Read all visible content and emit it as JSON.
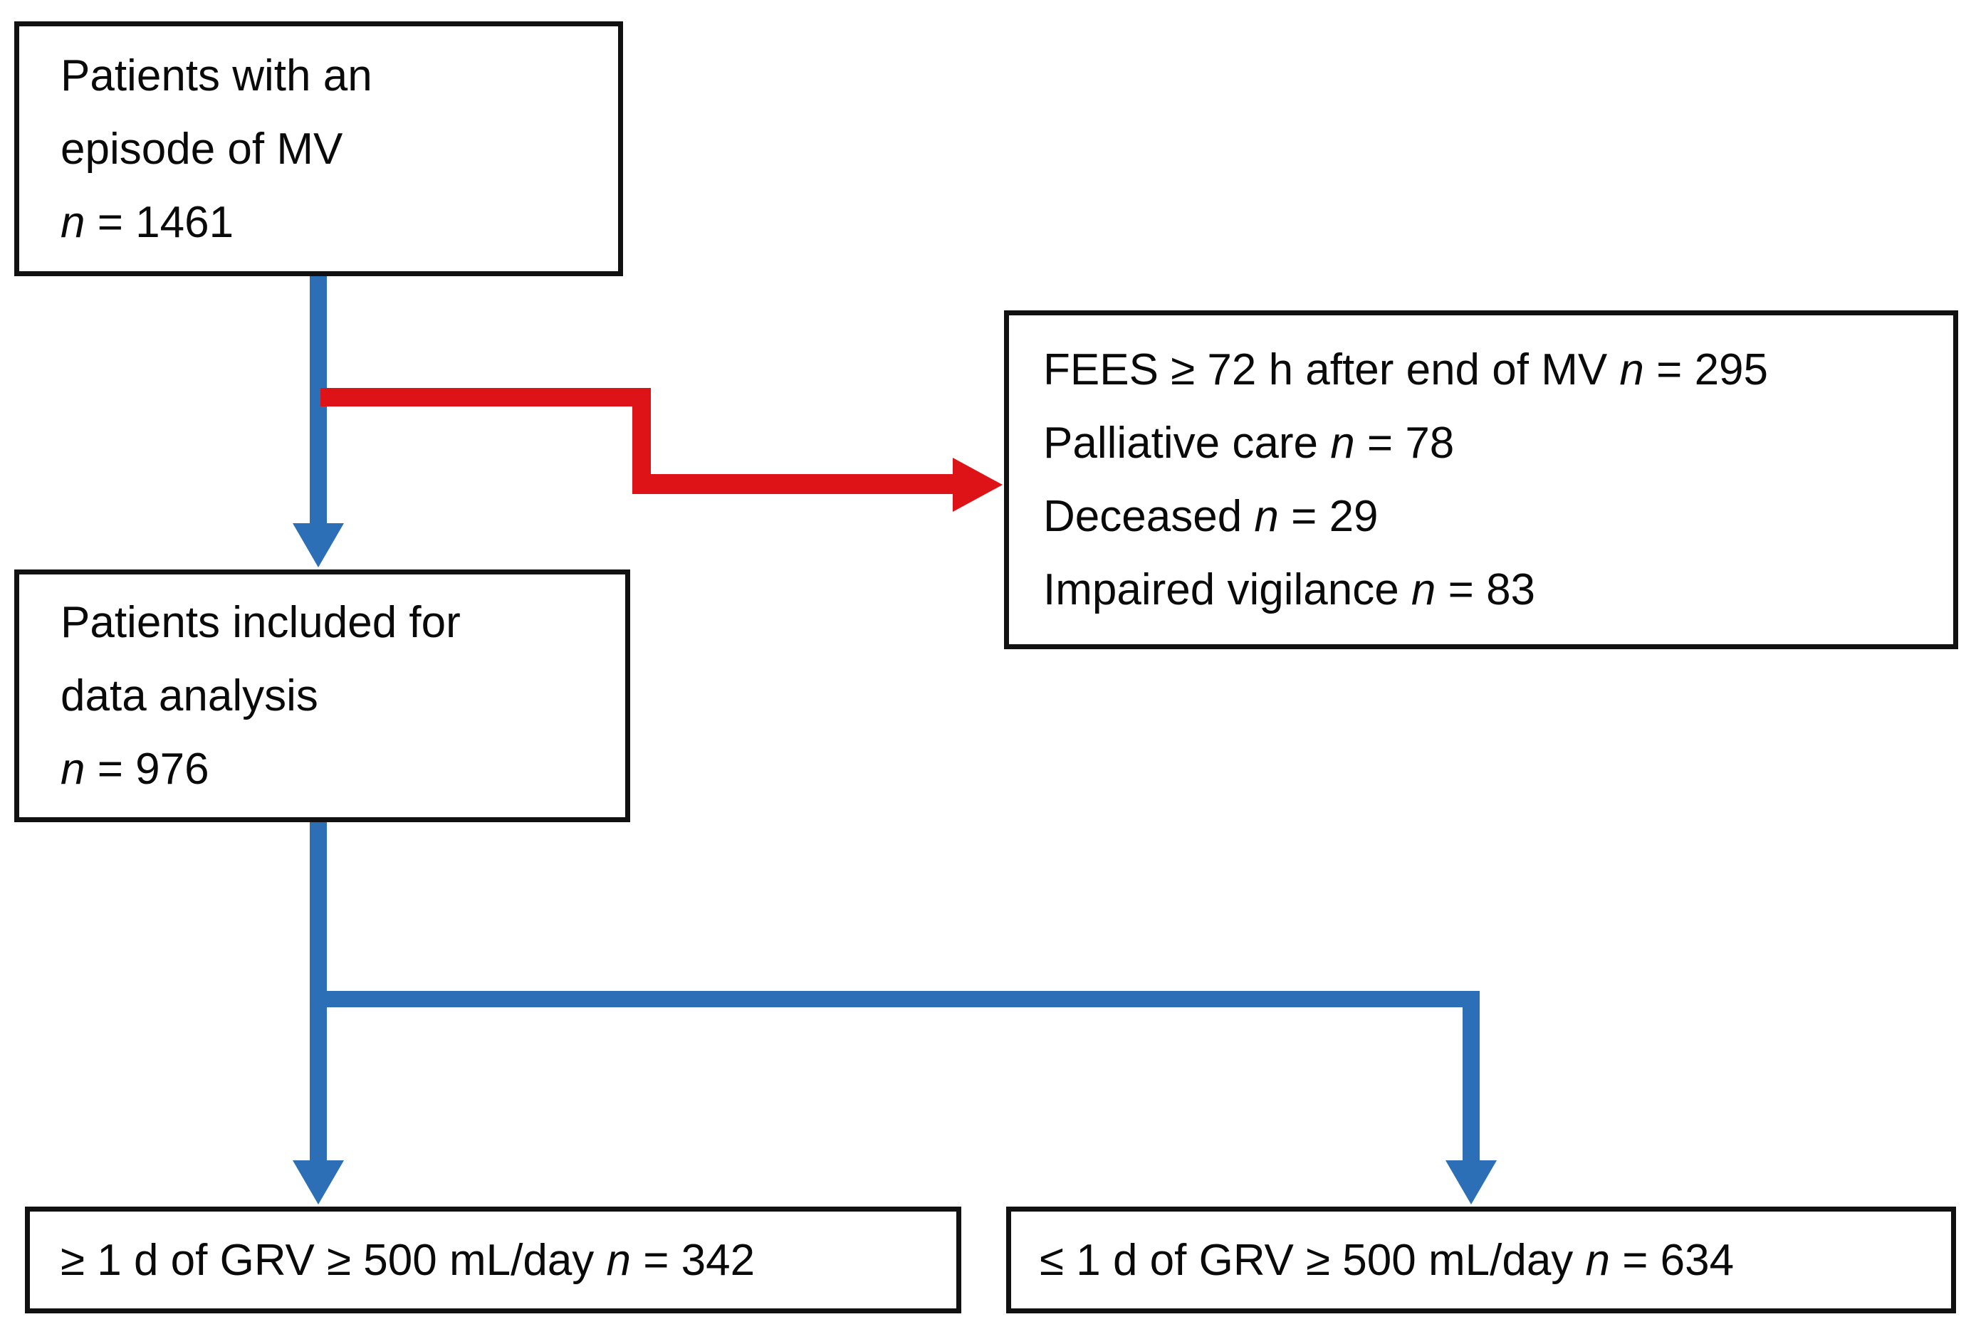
{
  "colors": {
    "arrow_blue": "#2C6FB7",
    "arrow_red": "#DE1318",
    "box_border": "#111111",
    "background": "#FFFFFF"
  },
  "boxes": {
    "mv": {
      "lines": [
        {
          "pre": "Patients with an",
          "n": "",
          "post": ""
        },
        {
          "pre": "episode of MV",
          "n": "",
          "post": ""
        },
        {
          "pre": "",
          "n": "n",
          "post": " = 1461"
        }
      ]
    },
    "excluded": {
      "lines": [
        {
          "pre": "FEES ≥ 72 h after end of MV ",
          "n": "n",
          "post": " = 295"
        },
        {
          "pre": "Palliative care ",
          "n": "n",
          "post": " = 78"
        },
        {
          "pre": "Deceased ",
          "n": "n",
          "post": " = 29"
        },
        {
          "pre": "Impaired vigilance ",
          "n": "n",
          "post": " = 83"
        }
      ]
    },
    "included": {
      "lines": [
        {
          "pre": "Patients included for",
          "n": "",
          "post": ""
        },
        {
          "pre": "data analysis",
          "n": "",
          "post": ""
        },
        {
          "pre": "",
          "n": "n",
          "post": " = 976"
        }
      ]
    },
    "grv_high": {
      "lines": [
        {
          "pre": "≥ 1 d of GRV ≥ 500 mL/day ",
          "n": "n",
          "post": " = 342"
        }
      ]
    },
    "grv_low": {
      "lines": [
        {
          "pre": "≤ 1 d of GRV ≥ 500 mL/day ",
          "n": "n",
          "post": " = 634"
        }
      ]
    }
  }
}
